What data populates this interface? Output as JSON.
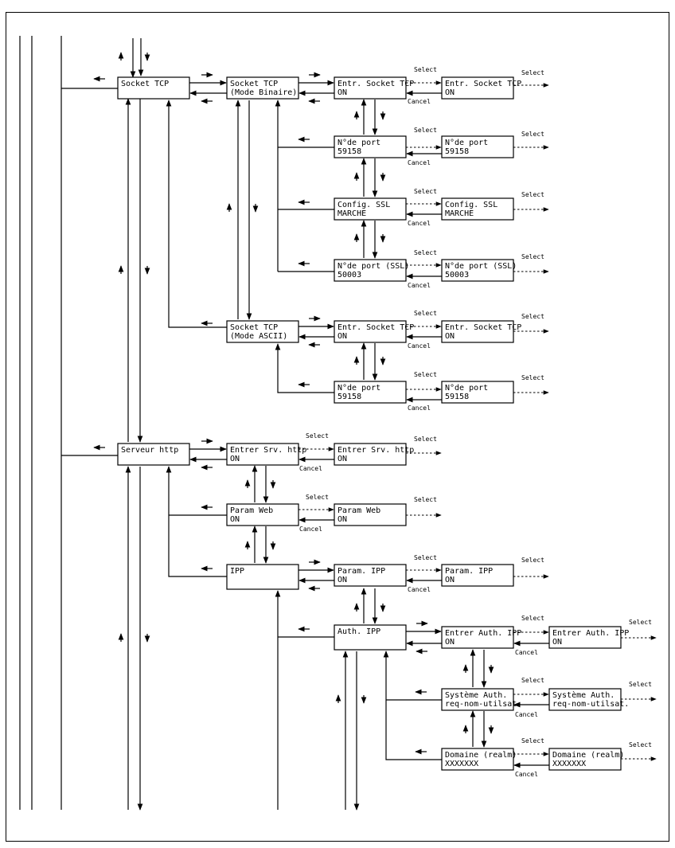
{
  "boxes": [
    {
      "id": "socket-tcp",
      "lines": [
        "Socket TCP"
      ]
    },
    {
      "id": "socket-tcp-binaire",
      "lines": [
        "Socket TCP",
        "(Mode Binaire)"
      ]
    },
    {
      "id": "entr-socket-tcp-1",
      "lines": [
        "Entr. Socket TCP",
        "ON"
      ]
    },
    {
      "id": "entr-socket-tcp-1-sel",
      "lines": [
        "Entr. Socket TCP",
        "ON"
      ]
    },
    {
      "id": "port-1",
      "lines": [
        "N°de port",
        "59158"
      ]
    },
    {
      "id": "port-1-sel",
      "lines": [
        "N°de port",
        "59158"
      ]
    },
    {
      "id": "config-ssl",
      "lines": [
        "Config. SSL",
        "MARCHE"
      ]
    },
    {
      "id": "config-ssl-sel",
      "lines": [
        "Config. SSL",
        "MARCHE"
      ]
    },
    {
      "id": "port-ssl",
      "lines": [
        "N°de port (SSL)",
        "50003"
      ]
    },
    {
      "id": "port-ssl-sel",
      "lines": [
        "N°de port (SSL)",
        "50003"
      ]
    },
    {
      "id": "socket-tcp-ascii",
      "lines": [
        "Socket TCP",
        "(Mode ASCII)"
      ]
    },
    {
      "id": "entr-socket-tcp-2",
      "lines": [
        "Entr. Socket TCP",
        "ON"
      ]
    },
    {
      "id": "entr-socket-tcp-2-sel",
      "lines": [
        "Entr. Socket TCP",
        "ON"
      ]
    },
    {
      "id": "port-2",
      "lines": [
        "N°de port",
        "59158"
      ]
    },
    {
      "id": "port-2-sel",
      "lines": [
        "N°de port",
        "59158"
      ]
    },
    {
      "id": "serveur-http",
      "lines": [
        "Serveur http"
      ]
    },
    {
      "id": "entrer-srv-http",
      "lines": [
        "Entrer Srv. http",
        "ON"
      ]
    },
    {
      "id": "entrer-srv-http-sel",
      "lines": [
        "Entrer Srv. http",
        "ON"
      ]
    },
    {
      "id": "param-web",
      "lines": [
        "Param Web",
        "ON"
      ]
    },
    {
      "id": "param-web-sel",
      "lines": [
        "Param Web",
        "ON"
      ]
    },
    {
      "id": "ipp",
      "lines": [
        "IPP"
      ]
    },
    {
      "id": "param-ipp",
      "lines": [
        "Param. IPP",
        "ON"
      ]
    },
    {
      "id": "param-ipp-sel",
      "lines": [
        "Param. IPP",
        "ON"
      ]
    },
    {
      "id": "auth-ipp",
      "lines": [
        "Auth. IPP"
      ]
    },
    {
      "id": "entrer-auth-ipp",
      "lines": [
        "Entrer Auth. IPP",
        "ON"
      ]
    },
    {
      "id": "entrer-auth-ipp-sel",
      "lines": [
        "Entrer Auth. IPP",
        "ON"
      ]
    },
    {
      "id": "systeme-auth",
      "lines": [
        "Système Auth.",
        "req-nom-utilsat."
      ]
    },
    {
      "id": "systeme-auth-sel",
      "lines": [
        "Système Auth.",
        "req-nom-utilsat."
      ]
    },
    {
      "id": "domaine",
      "lines": [
        "Domaine (realm)",
        "XXXXXXX"
      ]
    },
    {
      "id": "domaine-sel",
      "lines": [
        "Domaine (realm)",
        "XXXXXXX"
      ]
    }
  ],
  "labels": {
    "select": "Select",
    "cancel": "Cancel"
  }
}
